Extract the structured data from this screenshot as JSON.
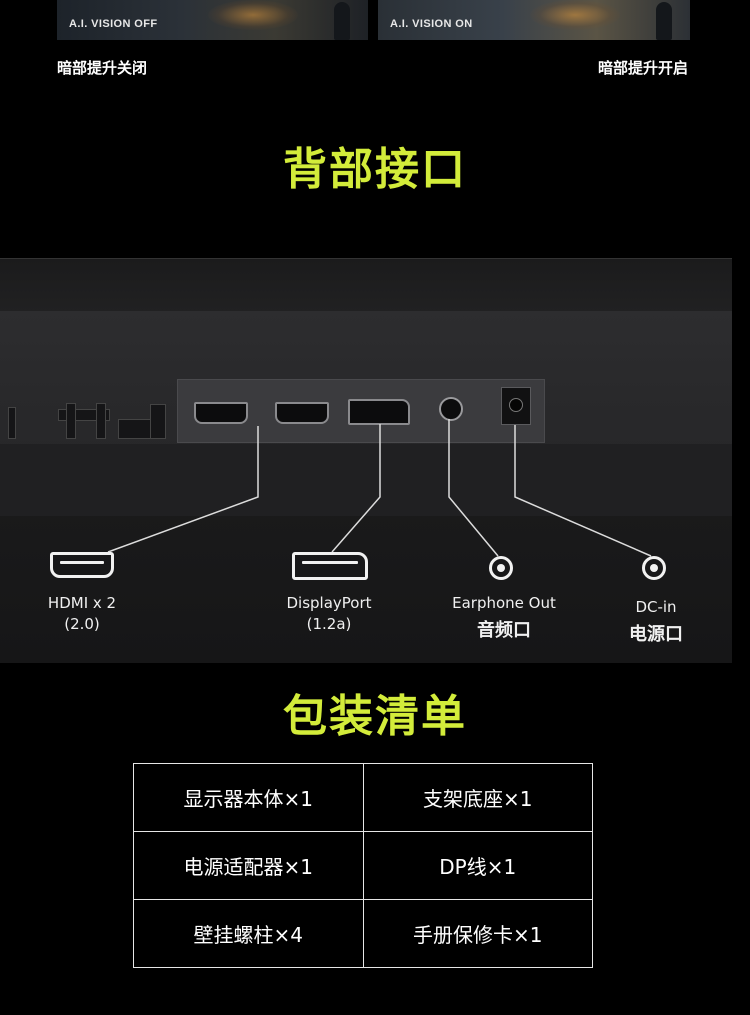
{
  "comparison": {
    "off": {
      "badge": "A.I. VISION OFF",
      "caption": "暗部提升关闭"
    },
    "on": {
      "badge": "A.I. VISION ON",
      "caption": "暗部提升开启"
    }
  },
  "ports_section": {
    "title": "背部接口",
    "ports": [
      {
        "icon": "hdmi-port-icon",
        "line1": "HDMI x 2",
        "line2": "(2.0)"
      },
      {
        "icon": "displayport-icon",
        "line1": "DisplayPort",
        "line2": "(1.2a)"
      },
      {
        "icon": "audio-jack-icon",
        "line1": "Earphone Out",
        "line2": "音频口"
      },
      {
        "icon": "dc-power-icon",
        "line1": "DC-in",
        "line2": "电源口"
      }
    ]
  },
  "package_section": {
    "title": "包装清单",
    "rows": [
      [
        "显示器本体×1",
        "支架底座×1"
      ],
      [
        "电源适配器×1",
        "DP线×1"
      ],
      [
        "壁挂螺柱×4",
        "手册保修卡×1"
      ]
    ]
  },
  "colors": {
    "accent": "#d3ec3a",
    "background": "#000000",
    "text": "#ffffff"
  }
}
